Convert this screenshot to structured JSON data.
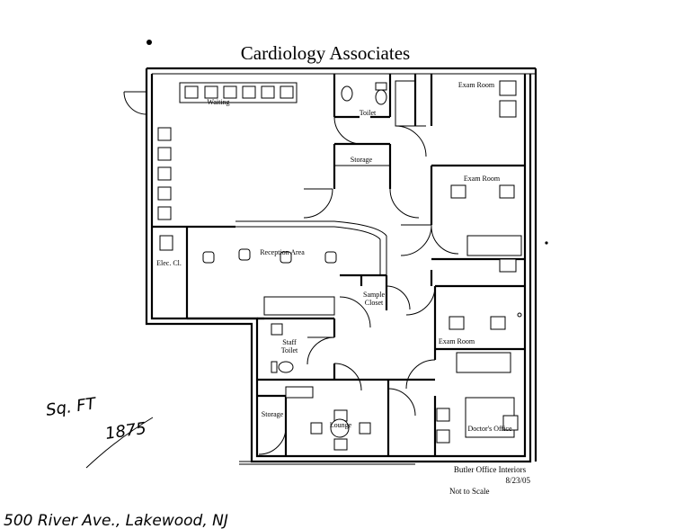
{
  "title": "Cardiology Associates",
  "rooms": {
    "waiting": "Waiting",
    "toilet": "Toilet",
    "storage_top": "Storage",
    "exam_room_1": "Exam Room",
    "exam_room_2": "Exam Room",
    "exam_room_3": "Exam Room",
    "reception": "Reception Area",
    "elec_closet": "Elec. Cl.",
    "sample_closet_line1": "Sample",
    "sample_closet_line2": "Closet",
    "staff_toilet_line1": "Staff",
    "staff_toilet_line2": "Toilet",
    "storage_bottom": "Storage",
    "lounge": "Lounge",
    "doctors_office": "Doctor's Office"
  },
  "footer": {
    "company": "Butler Office Interiors",
    "date": "8/23/05",
    "scale_note": "Not to Scale"
  },
  "handwritten": {
    "sqft_label": "Sq. FT",
    "sqft_value": "1875",
    "address": "500 River Ave., Lakewood, NJ"
  }
}
